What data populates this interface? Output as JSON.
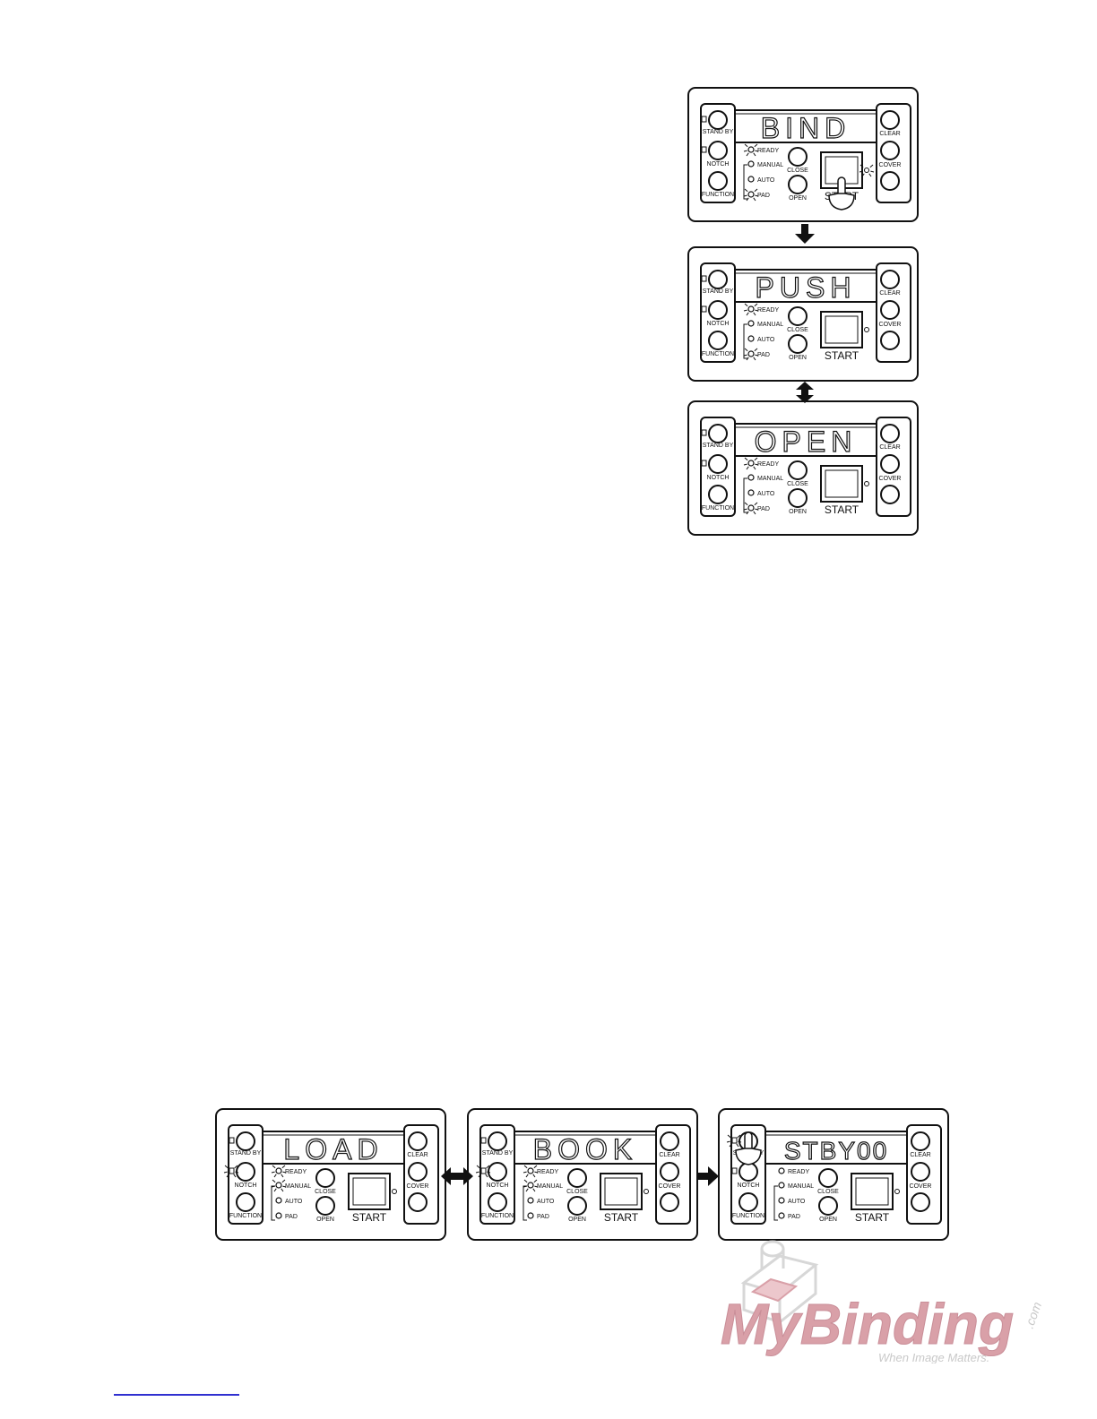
{
  "panel_labels": {
    "stand_by": "STAND BY",
    "notch": "NOTCH",
    "function": "FUNCTION",
    "clear": "CLEAR",
    "cover": "COVER",
    "ready": "READY",
    "manual": "MANUAL",
    "auto": "AUTO",
    "pad": "PAD",
    "close": "CLOSE",
    "open": "OPEN",
    "start": "START"
  },
  "panels": [
    {
      "id": "bind",
      "display": "BIND",
      "lit": [
        "ready",
        "pad",
        "cover-lamp"
      ],
      "finger": "start"
    },
    {
      "id": "push",
      "display": "PUSH",
      "lit": [
        "ready",
        "pad"
      ],
      "finger": null
    },
    {
      "id": "open",
      "display": "OPEN",
      "lit": [
        "ready",
        "pad"
      ],
      "finger": null
    },
    {
      "id": "load",
      "display": "LOAD",
      "lit": [
        "ready",
        "manual",
        "notch-lamp"
      ],
      "finger": null
    },
    {
      "id": "book",
      "display": "BOOK",
      "lit": [
        "ready",
        "manual",
        "notch-lamp"
      ],
      "finger": null
    },
    {
      "id": "stby",
      "display": "STBY00",
      "lit": [
        "standby-lamp"
      ],
      "finger": "standby"
    }
  ],
  "arrows": [
    {
      "from": "bind",
      "to": "push",
      "kind": "one-way"
    },
    {
      "from": "push",
      "to": "open",
      "kind": "two-way"
    },
    {
      "from": "load",
      "to": "book",
      "kind": "two-way"
    },
    {
      "from": "book",
      "to": "stby",
      "kind": "one-way"
    }
  ],
  "logo": {
    "brand": "MyBinding",
    "suffix": ".com",
    "tagline": "When Image Matters."
  },
  "colors": {
    "line": "#111111",
    "logo_red": "#d9a0a8",
    "logo_grey": "#c9c9c9",
    "rule": "#3030d0"
  }
}
